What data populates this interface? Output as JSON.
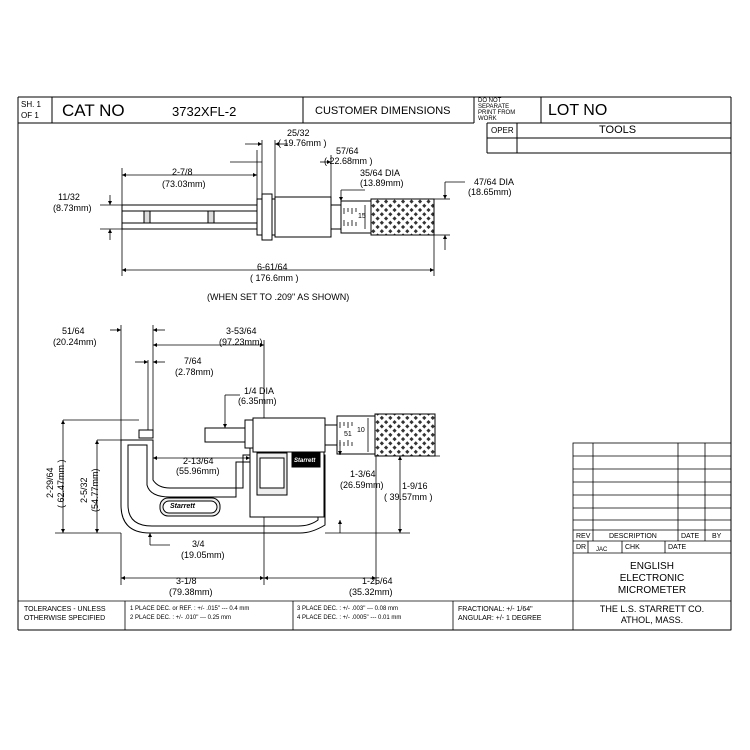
{
  "title_block": {
    "sheet_label_1": "SH. 1",
    "sheet_label_2": "OF  1",
    "cat_no_label": "CAT NO",
    "cat_no_value": "3732XFL-2",
    "customer_dimensions": "CUSTOMER DIMENSIONS",
    "warning": [
      "DO NOT",
      "SEPARATE",
      "PRINT FROM",
      "WORK"
    ],
    "lot_no_label": "LOT NO",
    "oper_label": "OPER",
    "tools_label": "TOOLS"
  },
  "top_view": {
    "dim_25_32": "25/32",
    "dim_25_32_mm": "( 19.76mm )",
    "dim_57_64": "57/64",
    "dim_57_64_mm": "( 22.68mm )",
    "dim_2_7_8": "2-7/8",
    "dim_2_7_8_mm": "(73.03mm)",
    "dim_35_64": "35/64  DIA",
    "dim_35_64_mm": "(13.89mm)",
    "dim_47_64": "47/64  DIA",
    "dim_47_64_mm": "(18.65mm)",
    "dim_11_32": "11/32",
    "dim_11_32_mm": "(8.73mm)",
    "dim_6_61_64": "6-61/64",
    "dim_6_61_64_mm": "( 176.6mm )",
    "note": "(WHEN SET TO .209\" AS SHOWN)",
    "thimble_mark": "15"
  },
  "side_view": {
    "dim_51_64": "51/64",
    "dim_51_64_mm": "(20.24mm)",
    "dim_3_53_64": "3-53/64",
    "dim_3_53_64_mm": "(97.23mm)",
    "dim_7_64": "7/64",
    "dim_7_64_mm": "(2.78mm)",
    "dim_1_4": "1/4  DIA",
    "dim_1_4_mm": "(6.35mm)",
    "dim_2_13_64": "2-13/64",
    "dim_2_13_64_mm": "(55.96mm)",
    "dim_1_3_64": "1-3/64",
    "dim_1_3_64_mm": "(26.59mm)",
    "dim_1_9_16": "1-9/16",
    "dim_1_9_16_mm": "( 39.57mm )",
    "dim_2_29_64": "2-29/64",
    "dim_2_29_64_mm": "( 62.47mm )",
    "dim_2_5_32": "2-5/32",
    "dim_2_5_32_mm": "(54.77mm)",
    "dim_3_4": "3/4",
    "dim_3_4_mm": "(19.05mm)",
    "dim_3_1_8": "3-1/8",
    "dim_3_1_8_mm": "(79.38mm)",
    "dim_1_25_64": "1-25/64",
    "dim_1_25_64_mm": "(35.32mm)",
    "brand_frame": "Starrett",
    "brand_display": "Starrett",
    "thimble_mark_a": "10",
    "thimble_mark_b": "51"
  },
  "revision_block": {
    "rev": "REV",
    "description": "DESCRIPTION",
    "date": "DATE",
    "by": "BY",
    "dr": "DR",
    "dr_value": "JAC",
    "chk": "CHK",
    "date2": "DATE",
    "product_line1": "ENGLISH",
    "product_line2": "ELECTRONIC",
    "product_line3": "MICROMETER"
  },
  "footer": {
    "tolerances_1": "TOLERANCES - UNLESS",
    "tolerances_2": "OTHERWISE SPECIFIED",
    "place1": "1 PLACE DEC. or REF. :  +/- .015\" --- 0.4 mm",
    "place2": "2 PLACE DEC. :  +/- .010\" --- 0.25 mm",
    "place3": "3 PLACE DEC. :  +/- .003\" --- 0.08 mm",
    "place4": "4 PLACE DEC. :  +/- .0005\" --- 0.01 mm",
    "fractional": "FRACTIONAL: +/- 1/64\"",
    "angular": "ANGULAR: +/- 1 DEGREE",
    "company1": "THE L.S. STARRETT CO.",
    "company2": "ATHOL, MASS."
  }
}
